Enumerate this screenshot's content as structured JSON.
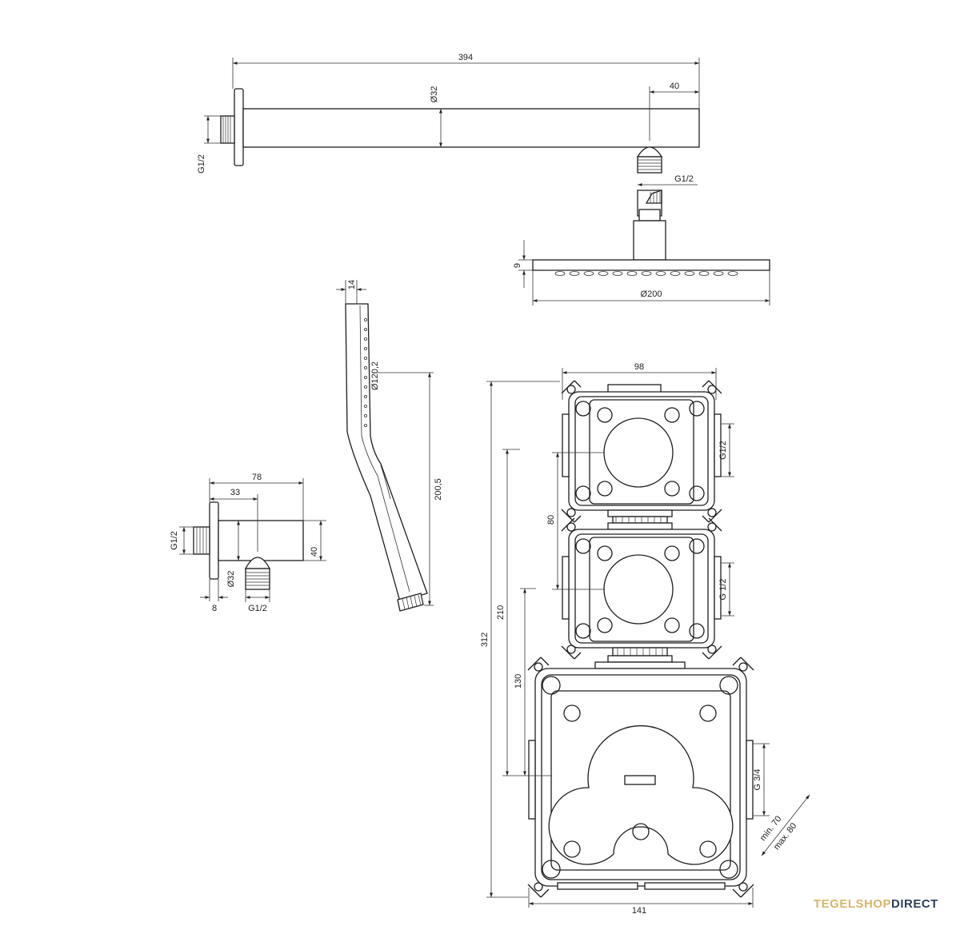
{
  "dimensions": {
    "arm_length": "394",
    "arm_diameter": "Ø32",
    "arm_outlet_offset": "40",
    "arm_wall_thread": "G1/2",
    "arm_outlet_thread": "G1/2",
    "head_thickness": "9",
    "head_diameter": "Ø200",
    "handshower_depth": "14",
    "handshower_head_diameter": "Ø120,2",
    "handshower_length": "200,5",
    "elbow_length": "78",
    "elbow_outlet_offset": "33",
    "elbow_thread_wall": "G1/2",
    "elbow_height": "40",
    "elbow_diameter": "Ø32",
    "elbow_flange": "8",
    "elbow_thread_outlet": "G1/2",
    "box_width_small": "98",
    "box_small_thread_1": "G1/2",
    "box_small_thread_2": "G 1/2",
    "box_pitch": "80",
    "total_height": "312",
    "height_210": "210",
    "height_130": "130",
    "box_thread_large": "G 3/4",
    "depth_min": "min. 70",
    "depth_max": "max. 80",
    "box_width_large": "141"
  },
  "brand": {
    "part1": "TEGELSHOP",
    "part2": "DIRECT",
    "color1": "#d8b56b",
    "color2": "#2d3f5a"
  }
}
